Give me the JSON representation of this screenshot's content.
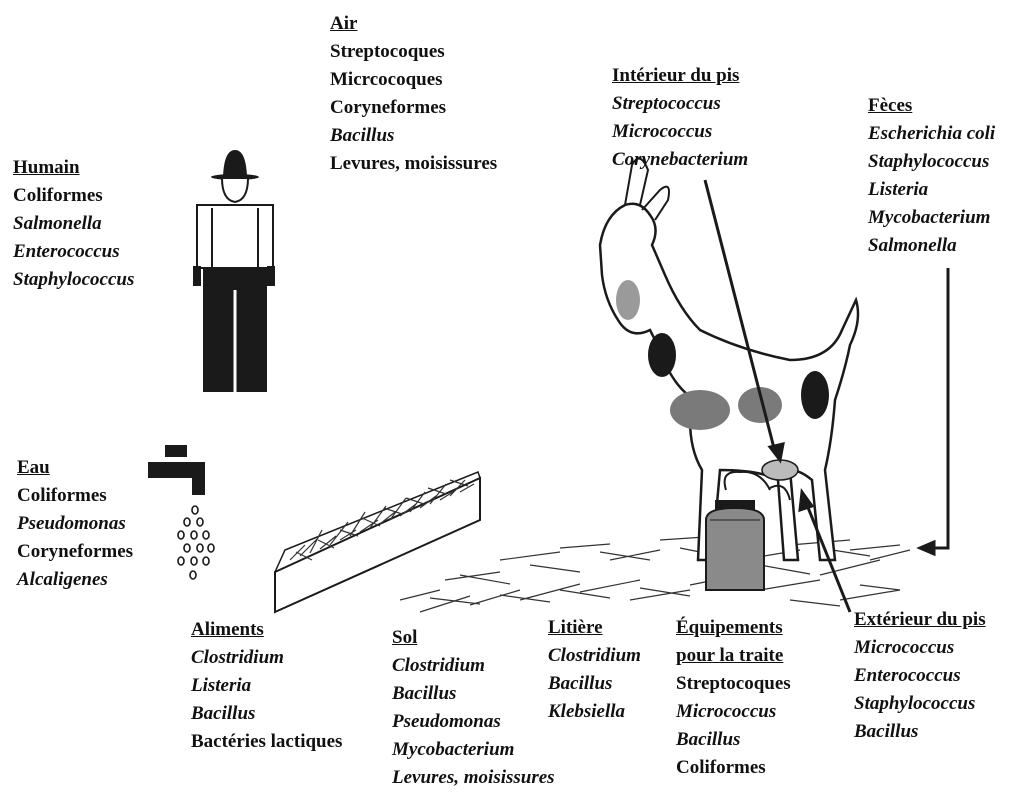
{
  "sources": {
    "air": {
      "title": "Air",
      "items": [
        {
          "text": "Streptocoques",
          "italic": false
        },
        {
          "text": "Micrcocoques",
          "italic": false
        },
        {
          "text": "Coryneformes",
          "italic": false
        },
        {
          "text": "Bacillus",
          "italic": true
        },
        {
          "text": "Levures, moisissures",
          "italic": false
        }
      ]
    },
    "humain": {
      "title": "Humain",
      "items": [
        {
          "text": "Coliformes",
          "italic": false
        },
        {
          "text": "Salmonella",
          "italic": true
        },
        {
          "text": "Enterococcus",
          "italic": true
        },
        {
          "text": "Staphylococcus",
          "italic": true
        }
      ]
    },
    "interieur_pis": {
      "title": "Intérieur du pis",
      "items": [
        {
          "text": "Streptococcus",
          "italic": true
        },
        {
          "text": "Micrococcus",
          "italic": true
        },
        {
          "text": "Corynebacterium",
          "italic": true
        }
      ]
    },
    "feces": {
      "title": "Fèces",
      "items": [
        {
          "text": "Escherichia coli",
          "italic": true
        },
        {
          "text": "Staphylococcus",
          "italic": true
        },
        {
          "text": "Listeria",
          "italic": true
        },
        {
          "text": "Mycobacterium",
          "italic": true
        },
        {
          "text": "Salmonella",
          "italic": true
        }
      ]
    },
    "eau": {
      "title": "Eau",
      "items": [
        {
          "text": "Coliformes",
          "italic": false
        },
        {
          "text": "Pseudomonas",
          "italic": true
        },
        {
          "text": "Coryneformes",
          "italic": false
        },
        {
          "text": "Alcaligenes",
          "italic": true
        }
      ]
    },
    "aliments": {
      "title": "Aliments",
      "items": [
        {
          "text": "Clostridium",
          "italic": true
        },
        {
          "text": "Listeria",
          "italic": true
        },
        {
          "text": "Bacillus",
          "italic": true
        },
        {
          "text": "Bactéries lactiques",
          "italic": false
        }
      ]
    },
    "sol": {
      "title": "Sol",
      "items": [
        {
          "text": "Clostridium",
          "italic": true
        },
        {
          "text": "Bacillus",
          "italic": true
        },
        {
          "text": "Pseudomonas",
          "italic": true
        },
        {
          "text": "Mycobacterium",
          "italic": true
        },
        {
          "text": "Levures, moisissures",
          "italic": true
        }
      ]
    },
    "litiere": {
      "title": "Litière",
      "items": [
        {
          "text": "Clostridium",
          "italic": true
        },
        {
          "text": "Bacillus",
          "italic": true
        },
        {
          "text": "Klebsiella",
          "italic": true
        }
      ]
    },
    "equipements": {
      "title": "Équipements pour la traite",
      "title_lines": [
        "Équipements",
        "pour la traite"
      ],
      "items": [
        {
          "text": "Streptocoques",
          "italic": false
        },
        {
          "text": "Micrococcus",
          "italic": true
        },
        {
          "text": "Bacillus",
          "italic": true
        },
        {
          "text": "Coliformes",
          "italic": false
        }
      ]
    },
    "exterieur_pis": {
      "title": "Extérieur du pis",
      "items": [
        {
          "text": "Micrococcus",
          "italic": true
        },
        {
          "text": "Enterococcus",
          "italic": true
        },
        {
          "text": "Staphylococcus",
          "italic": true
        },
        {
          "text": "Bacillus",
          "italic": true
        }
      ]
    }
  },
  "icons": [
    "person-icon",
    "water-tap-icon",
    "feed-trough-icon",
    "goat-icon",
    "milking-can-icon",
    "straw-bedding-icon",
    "arrow-icon"
  ],
  "colors": {
    "text": "#111111",
    "figure": "#1a1a1a",
    "straw": "#333333",
    "spot": "#7a7a7a"
  }
}
